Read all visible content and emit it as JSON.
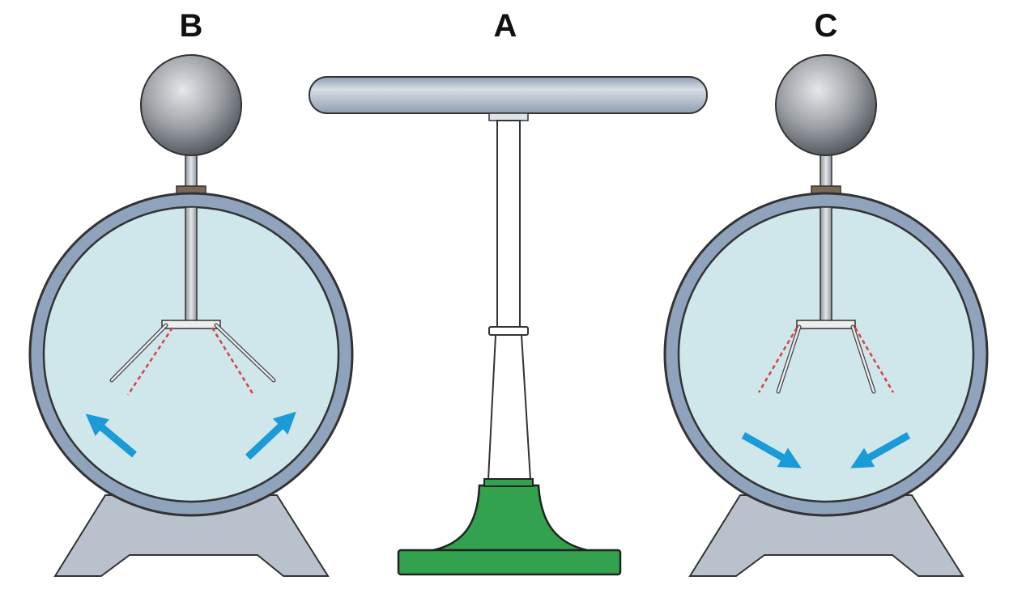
{
  "labels": {
    "b": "B",
    "a": "A",
    "c": "C"
  },
  "colors": {
    "ring": "#8fa3bd",
    "glass": "#cfe7ea",
    "arrow": "#1a9ad6",
    "charge_dash": "#d9423f",
    "green_base": "#33a24f",
    "stand": "#b9c1cc"
  }
}
